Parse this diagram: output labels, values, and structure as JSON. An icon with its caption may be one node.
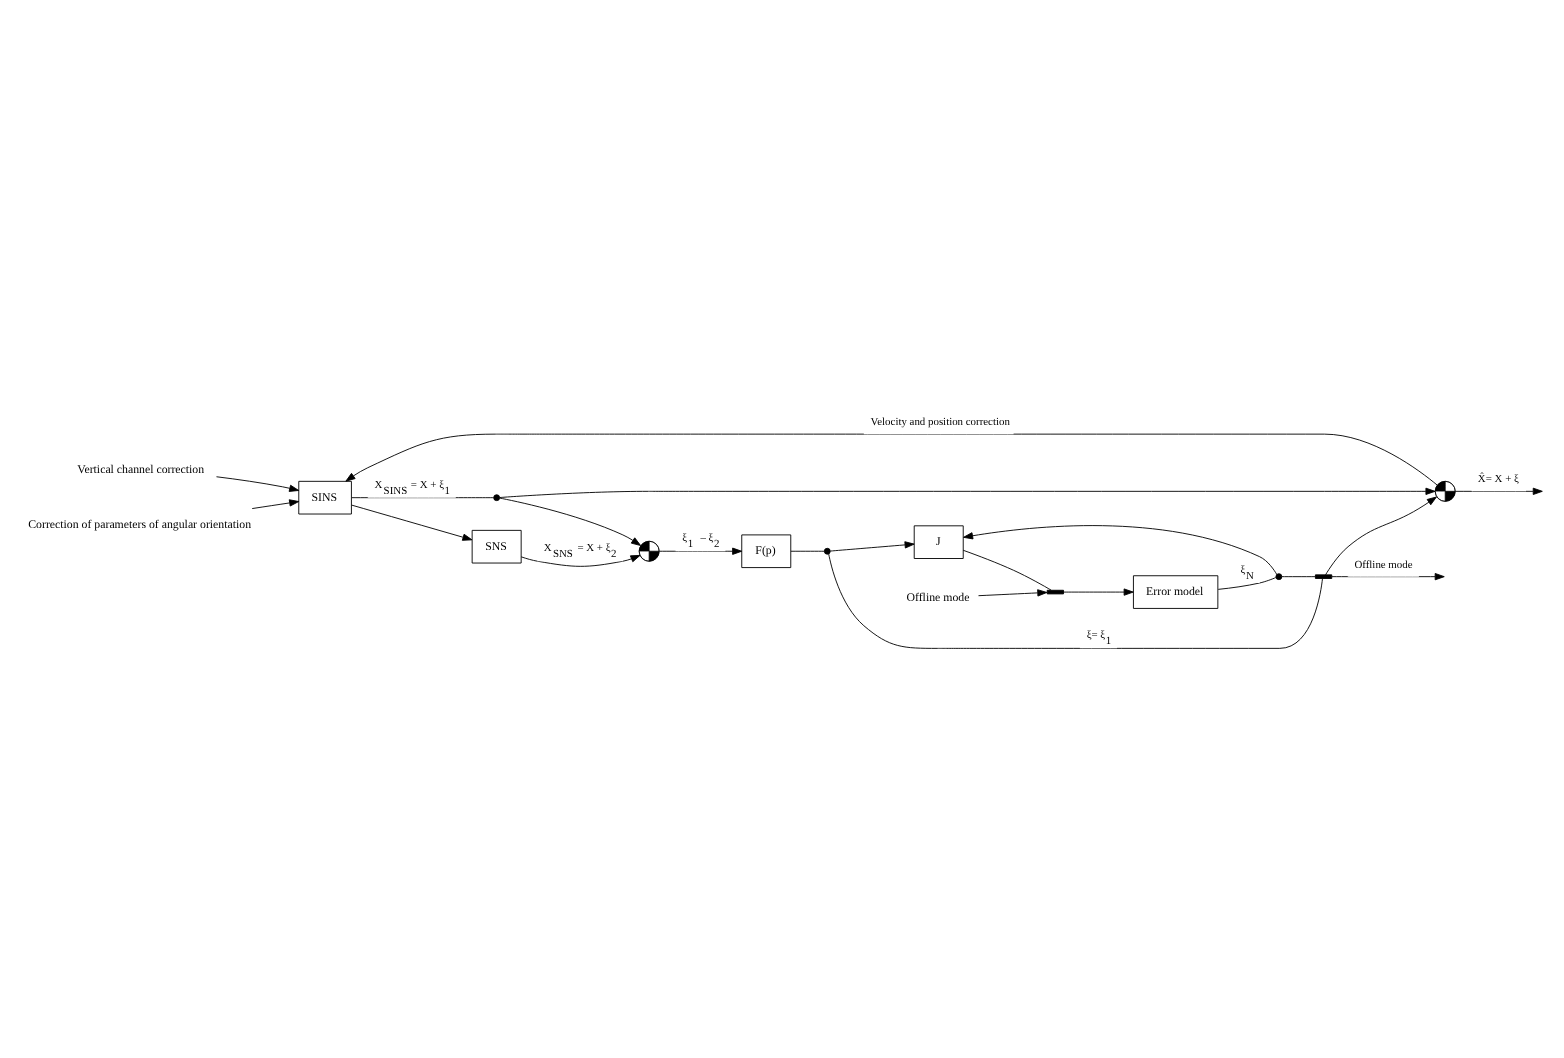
{
  "diagram": {
    "nodes": [
      {
        "text": [
          "Vertical channel correction"
        ]
      },
      {
        "text": [
          "Correction of parameters of angular orientation"
        ]
      },
      {
        "text": [
          "SINS"
        ]
      },
      {
        "text": [],
        "shape": "dot"
      },
      {
        "text": [],
        "shape": "circle"
      },
      {
        "text": [],
        "shape": "circle"
      },
      {
        "text": [
          "SNS"
        ]
      },
      {
        "text": [
          "F(p)"
        ]
      },
      {
        "text": [],
        "shape": "dot"
      },
      {
        "text": [],
        "shape": "switch"
      },
      {
        "text": [
          "J"
        ]
      },
      {
        "text": [
          "Error model"
        ]
      },
      {
        "text": [],
        "shape": "dot"
      },
      {
        "text": [],
        "shape": "switch"
      },
      {
        "text": [
          "Offline mode"
        ]
      }
    ],
    "edges": [
      {
        "from": 0,
        "to": 2,
        "arrow": "to"
      },
      {
        "from": 1,
        "to": 2,
        "arrow": "to"
      },
      {
        "from": 2,
        "to": 3,
        "arrow": "none",
        "label": "X$_{SINS}$ = X + ξ$_{1}$"
      },
      {
        "from": 3,
        "to": 4,
        "arrow": "to"
      },
      {
        "from": 3,
        "to": 5,
        "arrow": "to"
      },
      {
        "from": 2,
        "to": 6,
        "arrow": "to"
      },
      {
        "from": 6,
        "to": 5,
        "arrow": "to",
        "label": "X$_{SNS}$ = X + ξ$_{2}$"
      },
      {
        "from": 5,
        "to": 7,
        "arrow": "to",
        "label": "ξ$_{1}$ – ξ$_{2}$"
      },
      {
        "from": 7,
        "to": 8,
        "arrow": "none"
      },
      {
        "from": 8,
        "to": 9,
        "arrow": "none",
        "label": "ξ= ξ$_{1}$"
      },
      {
        "from": 9,
        "to": 4,
        "arrow": "to"
      },
      {
        "from": 9,
        "to": null,
        "arrow": "to",
        "label": "Offline mode"
      },
      {
        "from": 8,
        "to": 10,
        "arrow": "to"
      },
      {
        "from": 11,
        "to": 12,
        "arrow": "none",
        "label": "ξ$_{N}$"
      },
      {
        "from": 12,
        "to": 10,
        "arrow": "to"
      },
      {
        "from": 12,
        "to": 9,
        "arrow": "none"
      },
      {
        "from": 10,
        "to": 13,
        "arrow": "none"
      },
      {
        "from": 13,
        "to": 11,
        "arrow": "to"
      },
      {
        "from": 14,
        "to": 13,
        "arrow": "to"
      },
      {
        "from": 4,
        "to": 2,
        "arrow": "to",
        "label": "Velocity and position correction"
      },
      {
        "from": 4,
        "to": null,
        "arrow": "to",
        "label": "X̂= X + ξ"
      }
    ]
  }
}
